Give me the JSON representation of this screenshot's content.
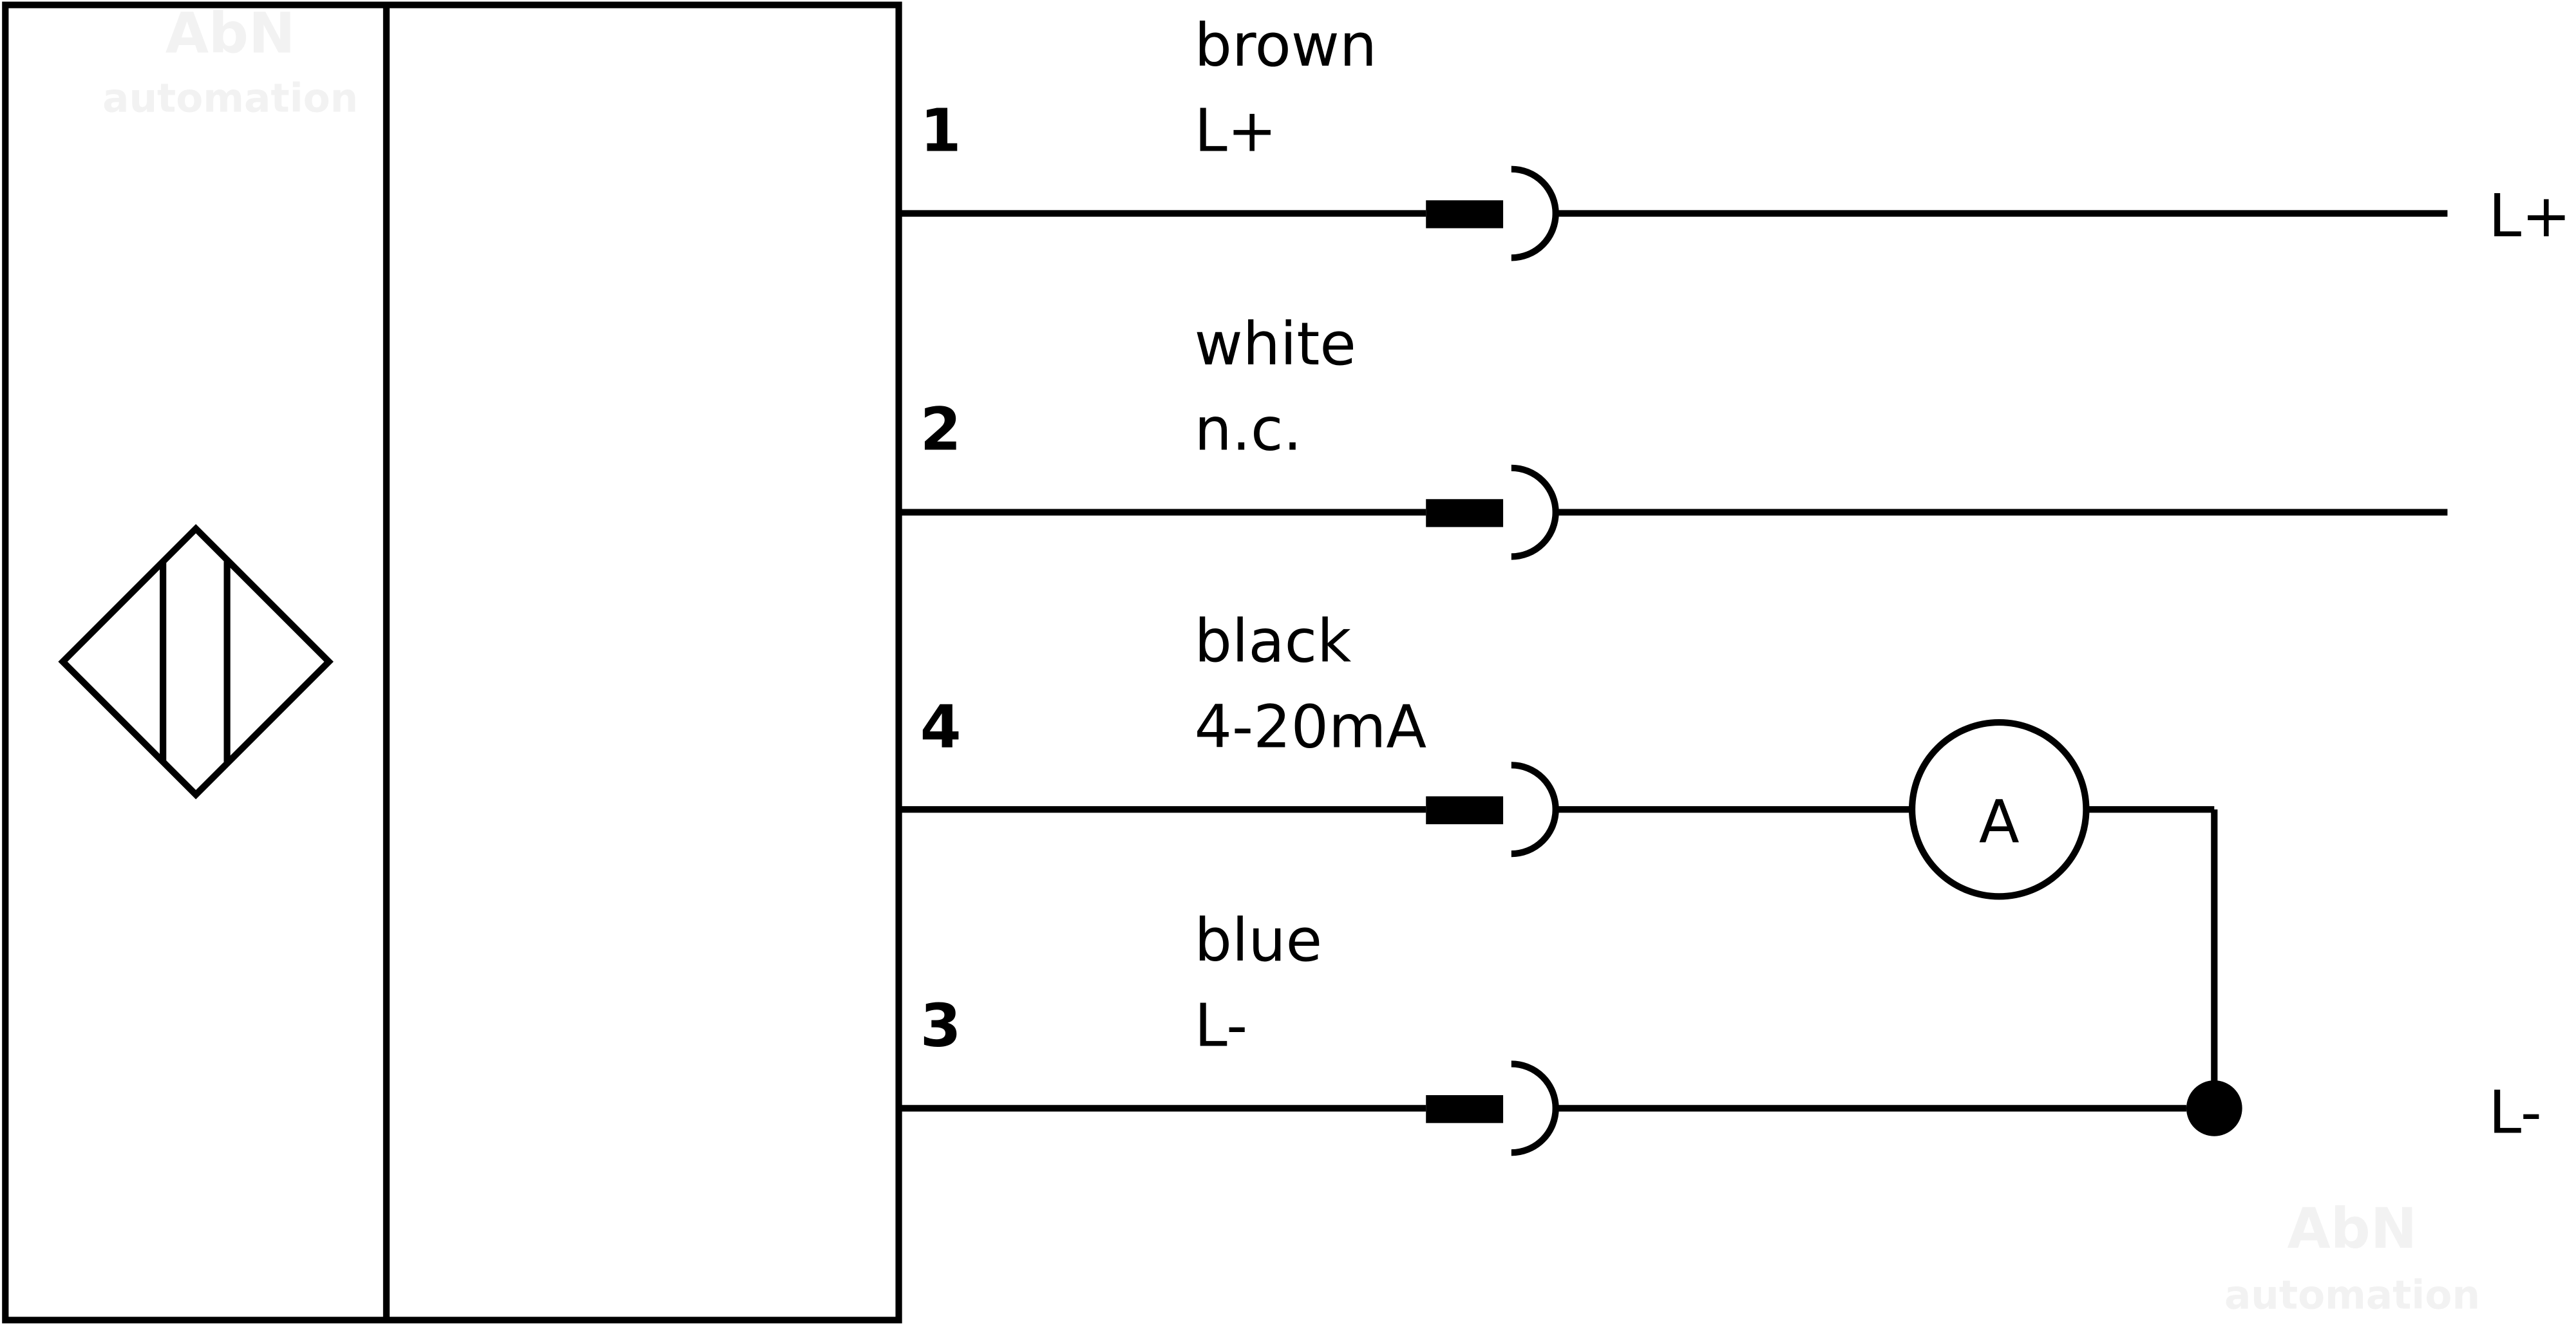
{
  "watermark": {
    "line1": "AbN",
    "line2": "automation"
  },
  "terminals": [
    {
      "number": "1",
      "color": "brown",
      "function": "L+"
    },
    {
      "number": "2",
      "color": "white",
      "function": "n.c."
    },
    {
      "number": "4",
      "color": "black",
      "function": "4-20mA"
    },
    {
      "number": "3",
      "color": "blue",
      "function": "L-"
    }
  ],
  "supply": {
    "plus": "L+",
    "minus": "L-"
  },
  "ammeter": {
    "symbol": "A"
  }
}
